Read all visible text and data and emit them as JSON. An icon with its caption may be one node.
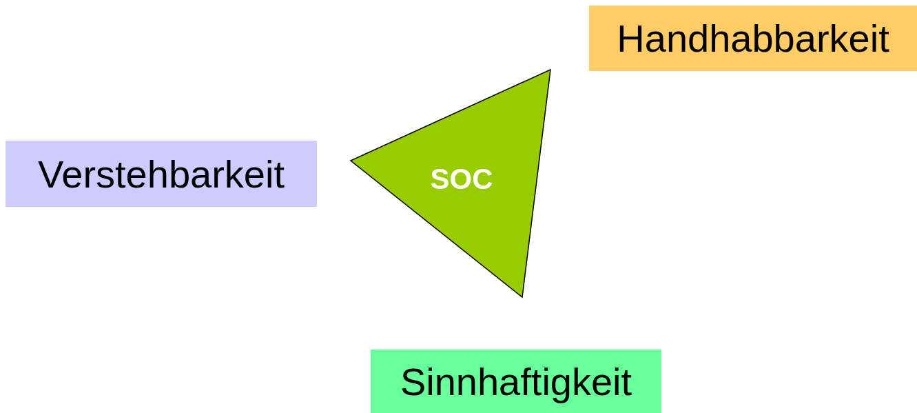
{
  "diagram": {
    "nodes": [
      {
        "text": [
          "Handhabbarkeit"
        ]
      },
      {
        "text": [
          "Verstehbarkeit"
        ]
      },
      {
        "text": [
          "SOC"
        ]
      },
      {
        "text": [
          "Sinnhaftigkeit"
        ]
      }
    ]
  }
}
